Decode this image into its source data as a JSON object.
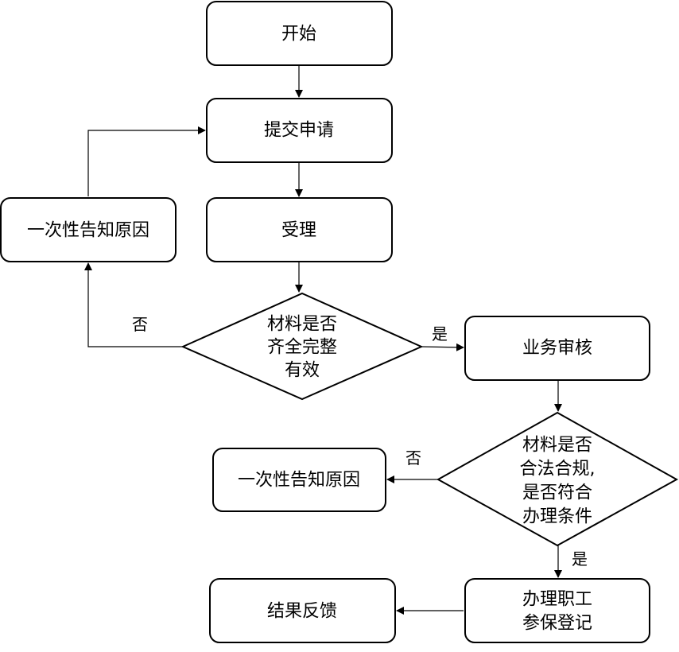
{
  "flowchart": {
    "nodes": {
      "start": {
        "lines": [
          "开始"
        ]
      },
      "submit": {
        "lines": [
          "提交申请"
        ]
      },
      "accept": {
        "lines": [
          "受理"
        ]
      },
      "notify_1": {
        "lines": [
          "一次性告知原因"
        ]
      },
      "check_complete": {
        "lines": [
          "材料是否",
          "齐全完整",
          "有效"
        ]
      },
      "review": {
        "lines": [
          "业务审核"
        ]
      },
      "check_legal": {
        "lines": [
          "材料是否",
          "合法合规,",
          "是否符合",
          "办理条件"
        ]
      },
      "notify_2": {
        "lines": [
          "一次性告知原因"
        ]
      },
      "register": {
        "lines": [
          "办理职工",
          "参保登记"
        ]
      },
      "feedback": {
        "lines": [
          "结果反馈"
        ]
      }
    },
    "edge_labels": {
      "complete_no": "否",
      "complete_yes": "是",
      "legal_no": "否",
      "legal_yes": "是"
    }
  }
}
